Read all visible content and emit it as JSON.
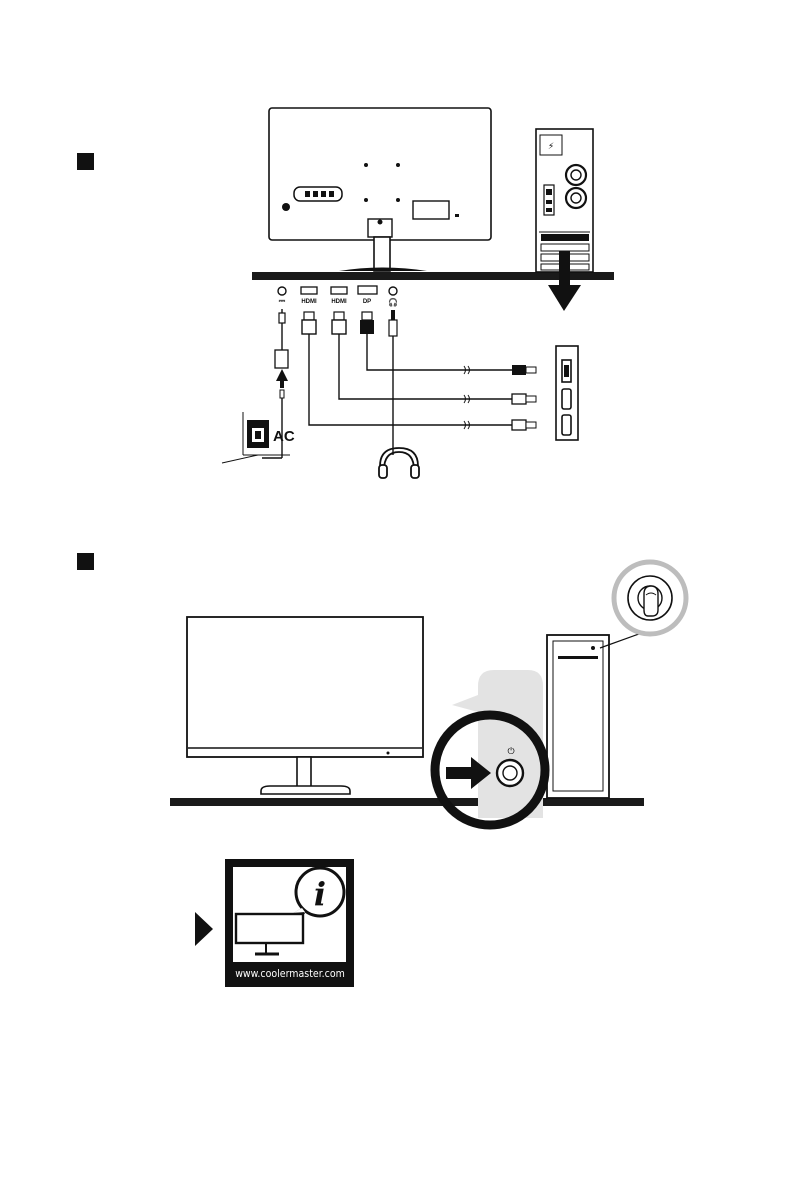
{
  "ports": {
    "dc": "⎓",
    "hdmi1": "HDMI",
    "hdmi2": "HDMI",
    "dp": "DP",
    "audio": "🎧"
  },
  "power": {
    "ac_label": "AC"
  },
  "info_badge": {
    "glyph": "i",
    "url": "www.coolermaster.com"
  },
  "colors": {
    "ink": "#111111",
    "desk_ink": "#1a1a1a",
    "case_shade": "#e3e3e3",
    "zoom_ring": "#bdbdbd"
  }
}
